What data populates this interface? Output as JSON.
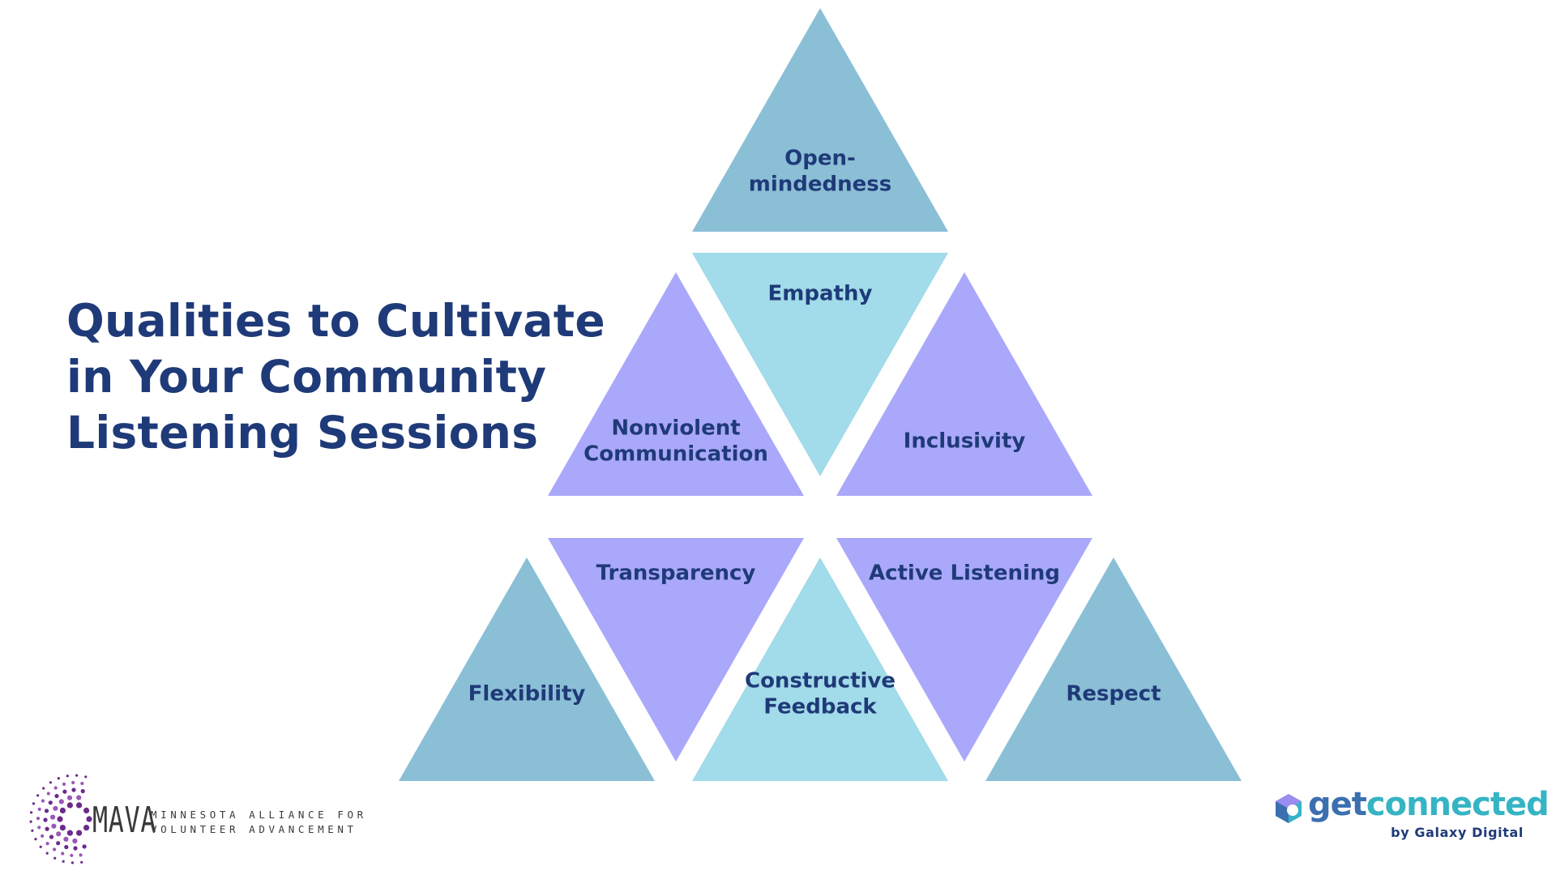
{
  "title": {
    "lines": [
      "Qualities to Cultivate",
      "in Your Community",
      "Listening Sessions"
    ]
  },
  "colors": {
    "title": "#1f3a78",
    "label": "#1f3a78",
    "steel_blue": "#8bbfd6",
    "light_blue": "#a2dbe9",
    "lavender": "#aaa8fa"
  },
  "pyramid": {
    "triangles": [
      {
        "id": "open-mindedness",
        "lines": [
          "Open-",
          "mindedness"
        ],
        "color": "steel_blue"
      },
      {
        "id": "empathy",
        "lines": [
          "Empathy"
        ],
        "color": "light_blue"
      },
      {
        "id": "nonviolent-communication",
        "lines": [
          "Nonviolent",
          "Communication"
        ],
        "color": "lavender"
      },
      {
        "id": "inclusivity",
        "lines": [
          "Inclusivity"
        ],
        "color": "lavender"
      },
      {
        "id": "transparency",
        "lines": [
          "Transparency"
        ],
        "color": "lavender"
      },
      {
        "id": "active-listening",
        "lines": [
          "Active Listening"
        ],
        "color": "lavender"
      },
      {
        "id": "flexibility",
        "lines": [
          "Flexibility"
        ],
        "color": "steel_blue"
      },
      {
        "id": "constructive-feedback",
        "lines": [
          "Constructive",
          "Feedback"
        ],
        "color": "light_blue"
      },
      {
        "id": "respect",
        "lines": [
          "Respect"
        ],
        "color": "steel_blue"
      }
    ]
  },
  "logos": {
    "mava": {
      "word": "MAVA",
      "sub_line1": "MINNESOTA ALLIANCE FOR",
      "sub_line2": "VOLUNTEER ADVANCEMENT"
    },
    "getconnected": {
      "word_part1": "get",
      "word_part2": "connected",
      "byline": "by Galaxy Digital"
    }
  }
}
